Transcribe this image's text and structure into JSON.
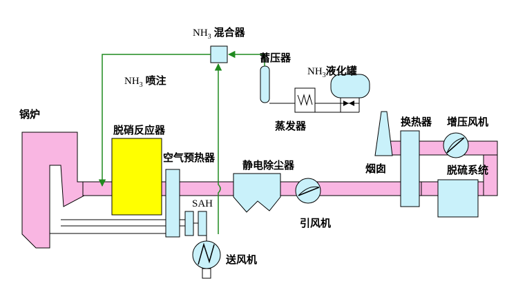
{
  "labels": {
    "boiler": "锅炉",
    "nh3_prefix": "NH",
    "nh3_sub": "3",
    "mixer_suffix": "混合器",
    "injection_suffix": "喷注",
    "accumulator": "蓄压器",
    "tank_suffix": "液化罐",
    "evaporator": "蒸发器",
    "reactor": "脱硝反应器",
    "air_preheater": "空气预热器",
    "sah": "SAH",
    "forced_fan": "送风机",
    "esp": "静电除尘器",
    "induced_fan": "引风机",
    "chimney": "烟囱",
    "heat_exchanger": "换热器",
    "booster_fan": "增压风机",
    "fgd": "脱硫系统"
  },
  "colors": {
    "flue_gas": "#f9b6e2",
    "equipment": "#c9f1fa",
    "reactor": "#ffff00",
    "nh3_line": "#1f8a1f",
    "outline": "#000000"
  }
}
